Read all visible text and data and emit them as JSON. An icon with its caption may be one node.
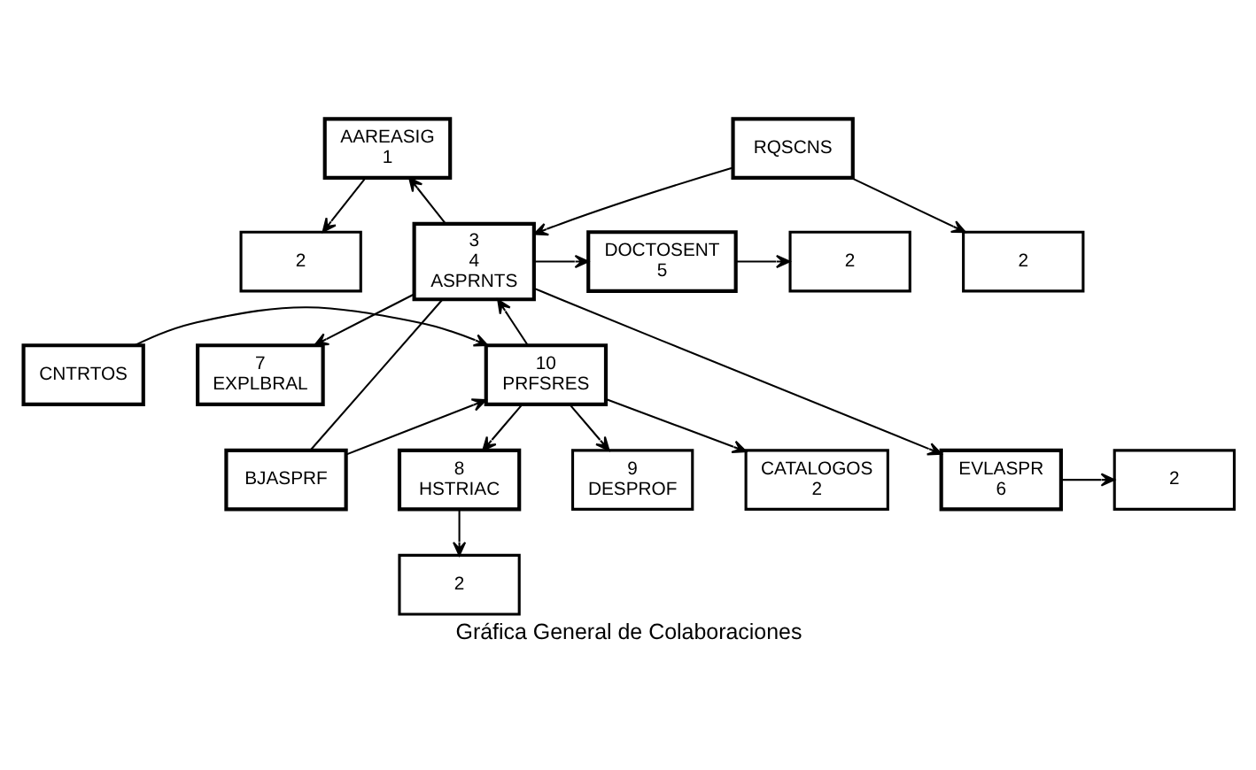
{
  "diagram": {
    "caption": "Gráfica General de Colaboraciones",
    "nodes": [
      {
        "text": [
          "2"
        ]
      },
      {
        "text": [
          "2"
        ]
      },
      {
        "text": [
          "AAREASIG",
          "1"
        ]
      },
      {
        "text": [
          "RQSCNS"
        ]
      },
      {
        "text": [
          "2"
        ]
      },
      {
        "text": [
          "DOCTOSENT",
          "5"
        ]
      },
      {
        "text": [
          "3",
          "4",
          "ASPRNTS"
        ]
      },
      {
        "text": [
          "CATALOGOS",
          "2"
        ]
      },
      {
        "text": [
          "2"
        ]
      },
      {
        "text": [
          "EVLASPR",
          "6"
        ]
      },
      {
        "text": [
          "7",
          "EXPLBRAL"
        ]
      },
      {
        "text": [
          "10",
          "PRFSRES"
        ]
      },
      {
        "text": [
          "BJASPRF"
        ]
      },
      {
        "text": [
          "8",
          "HSTRIAC"
        ]
      },
      {
        "text": [
          "9",
          "DESPROF"
        ]
      },
      {
        "text": [
          "CNTRTOS"
        ]
      },
      {
        "text": [
          "2"
        ]
      }
    ],
    "edges": [
      {
        "from": 2,
        "to": 0,
        "arrow": "to"
      },
      {
        "from": 3,
        "to": 1,
        "arrow": "to"
      },
      {
        "from": 6,
        "to": 2,
        "arrow": "to"
      },
      {
        "from": 3,
        "to": 6,
        "arrow": "to"
      },
      {
        "from": 5,
        "to": 4,
        "arrow": "to"
      },
      {
        "from": 6,
        "to": 5,
        "arrow": "to"
      },
      {
        "from": 11,
        "to": 6,
        "arrow": "to"
      },
      {
        "from": 12,
        "to": 6,
        "arrow": "none"
      },
      {
        "from": 11,
        "to": 7,
        "arrow": "to"
      },
      {
        "from": 6,
        "to": 9,
        "arrow": "to"
      },
      {
        "from": 9,
        "to": 8,
        "arrow": "to"
      },
      {
        "from": 6,
        "to": 10,
        "arrow": "to"
      },
      {
        "from": 12,
        "to": 11,
        "arrow": "to"
      },
      {
        "from": 15,
        "to": 11,
        "arrow": "to"
      },
      {
        "from": 11,
        "to": 13,
        "arrow": "to"
      },
      {
        "from": 11,
        "to": 14,
        "arrow": "to"
      },
      {
        "from": 13,
        "to": 16,
        "arrow": "to"
      }
    ]
  }
}
